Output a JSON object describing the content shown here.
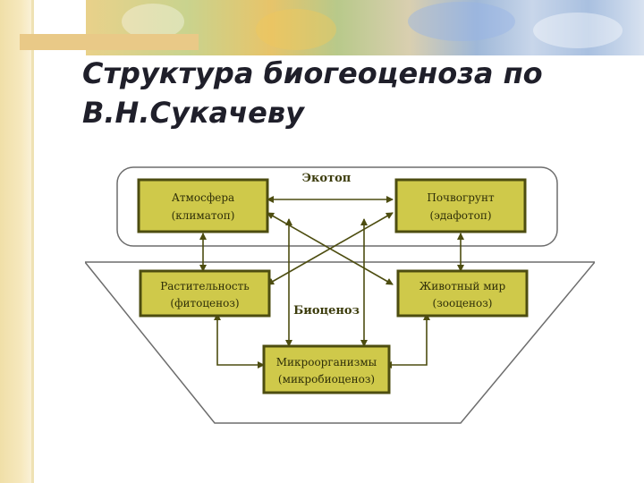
{
  "slide": {
    "title_line1": "Структура биогеоценоза по",
    "title_line2": "В.Н.Сукачеву"
  },
  "diagram": {
    "ecotope_label": "Экотоп",
    "biocenosis_label": "Биоценоз",
    "nodes": {
      "atmosphere": {
        "line1": "Атмосфера",
        "line2": "(климатоп)"
      },
      "soil": {
        "line1": "Почвогрунт",
        "line2": "(эдафотоп)"
      },
      "plants": {
        "line1": "Растительность",
        "line2": "(фитоценоз)"
      },
      "animals": {
        "line1": "Животный мир",
        "line2": "(зооценоз)"
      },
      "microbes": {
        "line1": "Микроорганизмы",
        "line2": "(микробиоценоз)"
      }
    }
  },
  "colors": {
    "box_fill": "#cfc94a",
    "box_border": "#4d4d10",
    "arrow": "#4d4d10"
  }
}
